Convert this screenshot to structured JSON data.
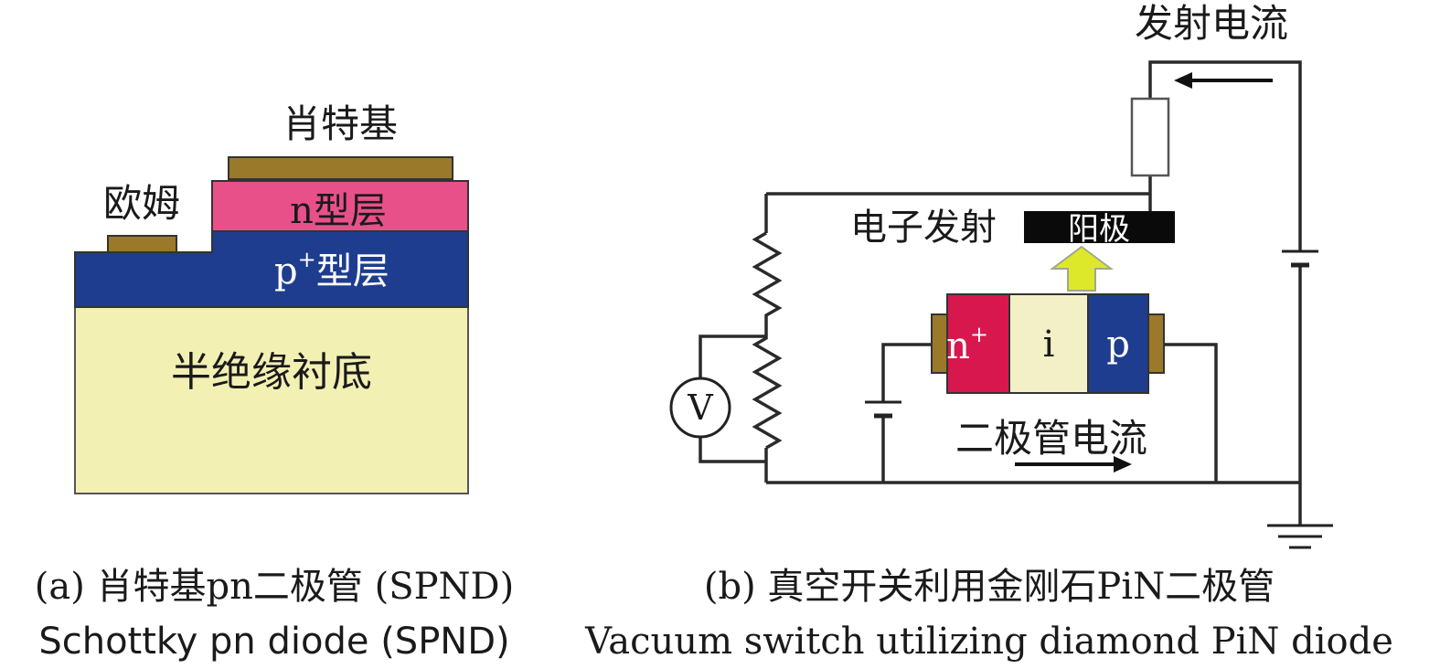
{
  "panel_a": {
    "labels": {
      "schottky": "肖特基",
      "ohmic": "欧姆",
      "n_layer": "n型层",
      "p_layer_base": "p",
      "p_layer_sup": "+",
      "p_layer_rest": "型层",
      "substrate": "半绝缘衬底"
    },
    "caption_cn": "(a) 肖特基pn二极管 (SPND)",
    "caption_en": "Schottky pn diode (SPND)"
  },
  "panel_b": {
    "labels": {
      "emission_current": "发射电流",
      "electron_emission": "电子发射",
      "anode": "阳极",
      "n_base": "n",
      "n_sup": "+",
      "i_region": "i",
      "p_region": "p",
      "voltmeter": "V",
      "diode_current": "二极管电流"
    },
    "caption_cn": "(b) 真空开关利用金刚石PiN二极管",
    "caption_en": "Vacuum switch utilizing diamond PiN diode"
  },
  "colors": {
    "metal": "#9a7a2a",
    "n_layer": "#e8508a",
    "p_layer": "#1f3d8e",
    "substrate": "#f3f0b4",
    "n_plus": "#d8174f",
    "i_region": "#f3f0c8",
    "anode": "#0a0a0a",
    "arrow": "#dde82a"
  }
}
